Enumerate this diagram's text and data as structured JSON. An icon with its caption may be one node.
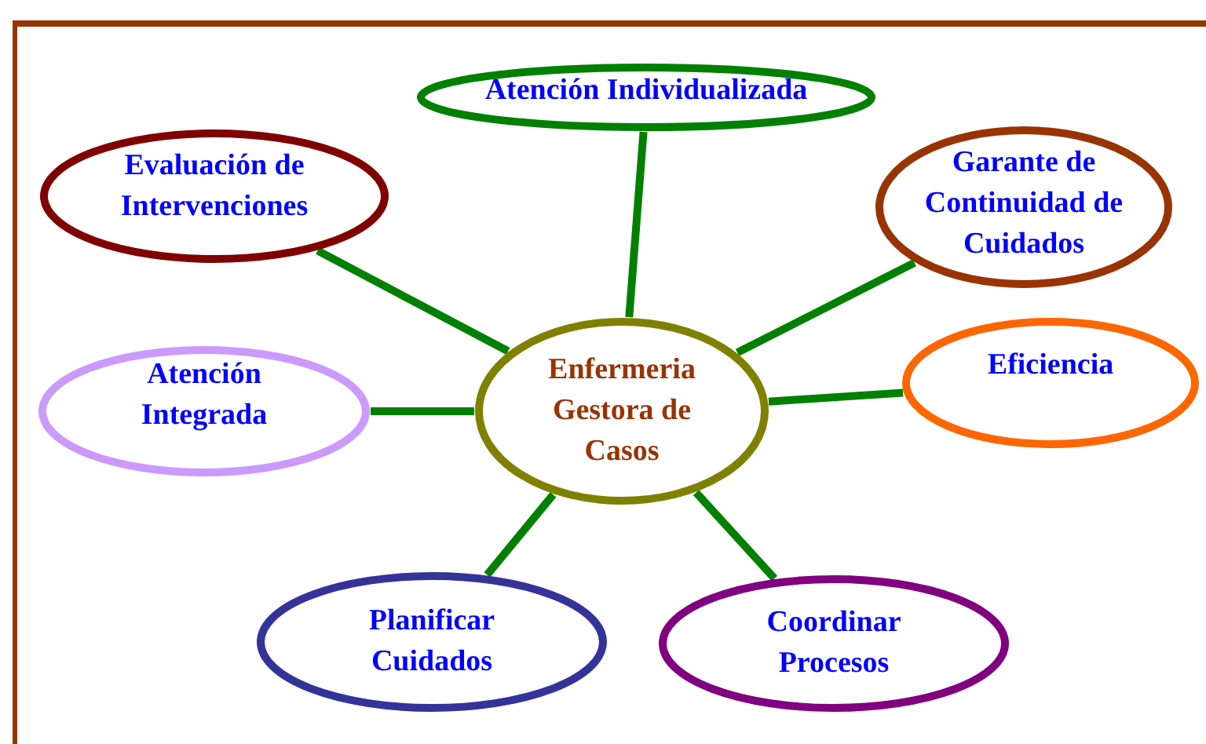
{
  "diagram": {
    "nodes": [
      {
        "text": [
          "Atención Individualizada"
        ]
      },
      {
        "text": [
          "Evaluación de Intervenciones"
        ]
      },
      {
        "text": [
          "Garante de Continuidad de Cuidados"
        ]
      },
      {
        "text": [
          "Atención Integrada"
        ]
      },
      {
        "text": [
          "Enfermeria Gestora de Casos"
        ]
      },
      {
        "text": [
          "Eficiencia"
        ]
      },
      {
        "text": [
          "Planificar Cuidados"
        ]
      },
      {
        "text": [
          "Coordinar Procesos"
        ]
      }
    ],
    "edges": [
      {
        "from": 4,
        "to": 0,
        "arrow": "none"
      },
      {
        "from": 4,
        "to": 1,
        "arrow": "none"
      },
      {
        "from": 4,
        "to": 2,
        "arrow": "none"
      },
      {
        "from": 4,
        "to": 3,
        "arrow": "none"
      },
      {
        "from": 4,
        "to": 5,
        "arrow": "none"
      },
      {
        "from": 4,
        "to": 6,
        "arrow": "none"
      },
      {
        "from": 4,
        "to": 7,
        "arrow": "none"
      }
    ]
  }
}
